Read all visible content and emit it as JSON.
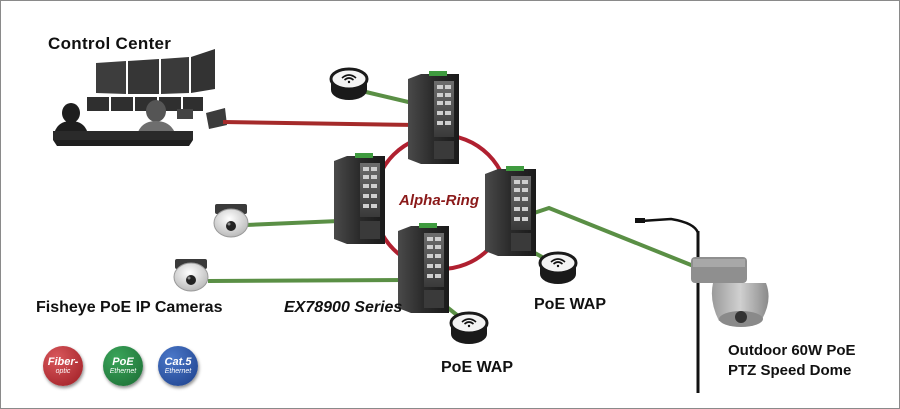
{
  "labels": {
    "control_center": "Control Center",
    "fisheye_cameras": "Fisheye PoE IP Cameras",
    "series": "EX78900 Series",
    "ring": "Alpha-Ring",
    "poe_wap_right": "PoE WAP",
    "poe_wap_bottom": "PoE WAP",
    "ptz_line1": "Outdoor 60W PoE",
    "ptz_line2": "PTZ Speed Dome"
  },
  "legend": [
    {
      "main": "Fiber-",
      "sub": "optic",
      "color": "#b0282e"
    },
    {
      "main": "PoE",
      "sub": "Ethernet",
      "color": "#2e8b45"
    },
    {
      "main": "Cat.5",
      "sub": "Ethernet",
      "color": "#2a52a8"
    }
  ],
  "colors": {
    "fiber": "#a52a2a",
    "poe": "#5a8f45",
    "ring": "#b02030",
    "switch_body": "#2b2b2b"
  },
  "icons": {
    "wifi": "wifi-icon",
    "camera": "dome-camera-icon",
    "switch": "industrial-switch-icon",
    "ptz": "ptz-camera-icon"
  }
}
